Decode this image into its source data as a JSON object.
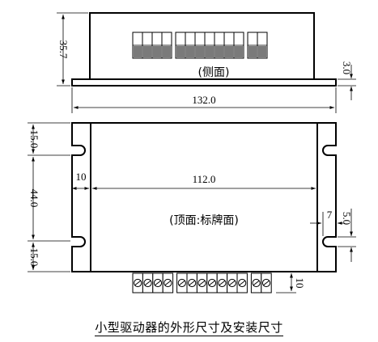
{
  "side_view": {
    "label": "(侧面)",
    "height_dim": "35.7",
    "flange_dim": "3.0",
    "width_dim": "132.0",
    "switch_groups": [
      4,
      7,
      2
    ]
  },
  "top_view": {
    "label": "(顶面:标牌面)",
    "inner_width_dim": "112.0",
    "flange_dim": "10",
    "slot_top_dim": "15.0",
    "slot_spacing_dim": "44.0",
    "slot_bottom_dim": "15.0",
    "slot_width_dim": "7",
    "slot_height_dim": "5.0",
    "terminal_height_dim": "10",
    "terminal_groups": [
      4,
      7,
      2
    ]
  },
  "caption": "小型驱动器的外形尺寸及安装尺寸"
}
